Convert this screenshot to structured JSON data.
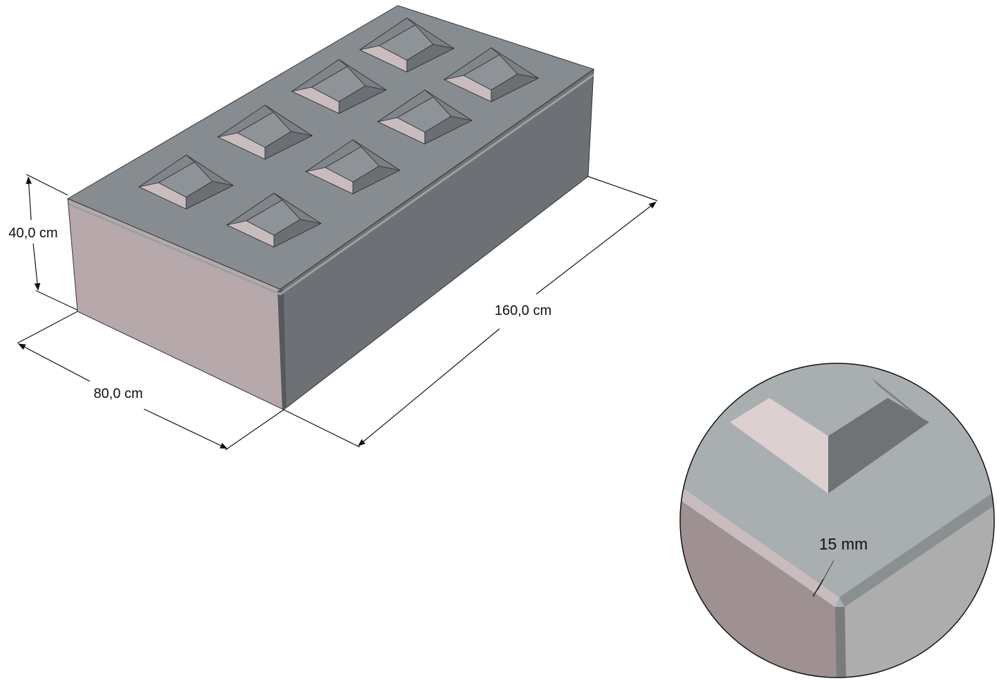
{
  "dimensions": {
    "height": "40,0 cm",
    "width": "80,0 cm",
    "length": "160,0 cm"
  },
  "detail": {
    "chamfer": "15 mm"
  },
  "colors": {
    "top_face": "#878c90",
    "side_face": "#6d7175",
    "front_face": "#b7a9ab",
    "stud_light": "#c8bcbe",
    "stud_dark": "#6b6f73",
    "detail_top": "#a9aeb0",
    "detail_front": "#9f9191",
    "detail_side": "#adadad"
  }
}
